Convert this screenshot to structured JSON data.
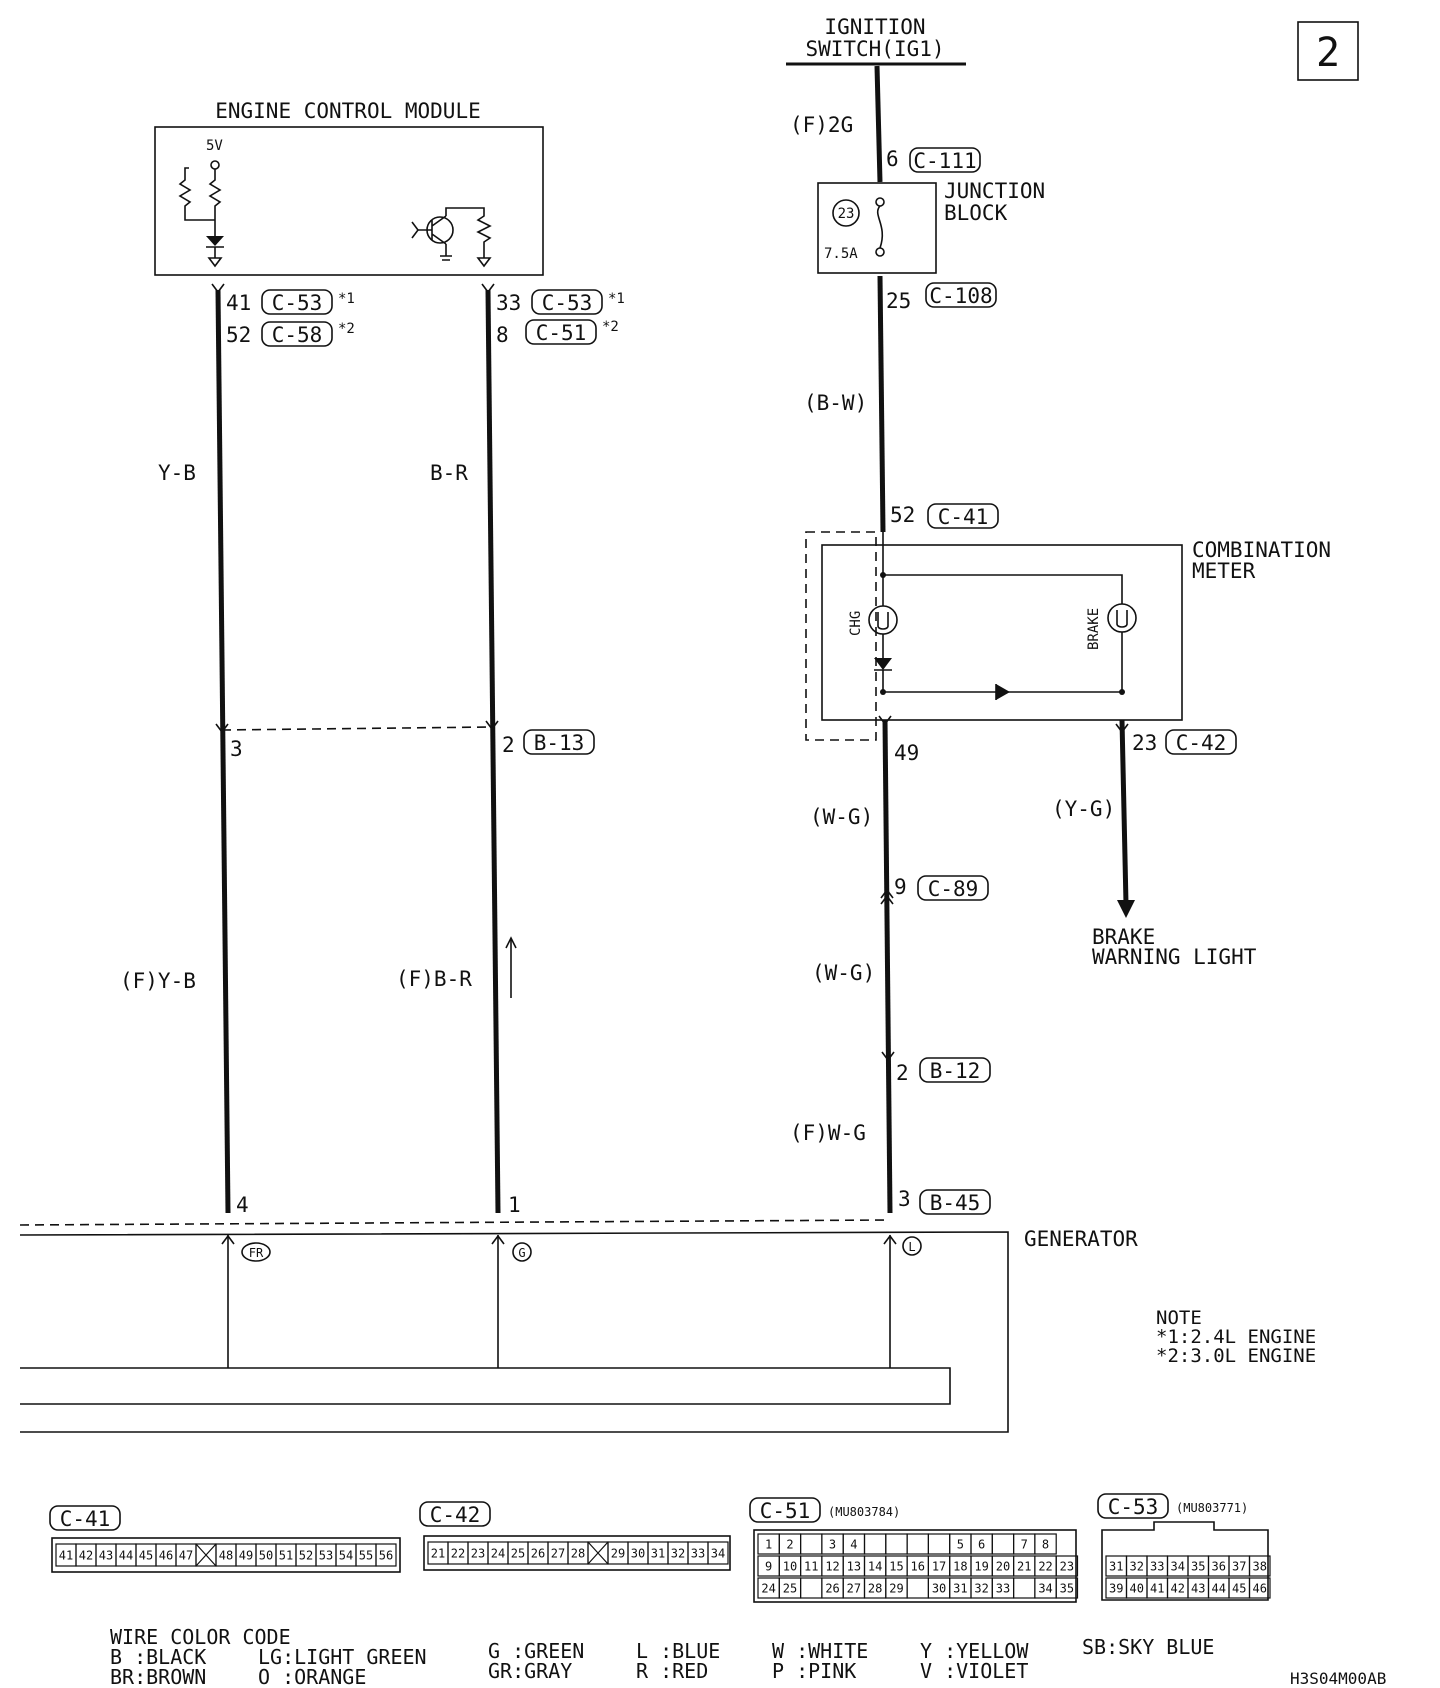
{
  "page_number": "2",
  "ecm": {
    "title": "ENGINE CONTROL MODULE",
    "supply": "5V"
  },
  "ignition": {
    "line1": "IGNITION",
    "line2": "SWITCH(IG1)",
    "wire": "(F)2G"
  },
  "junction_block": {
    "line1": "JUNCTION",
    "line2": "BLOCK",
    "fuse_no": "23",
    "fuse_rating": "7.5A"
  },
  "combination_meter": {
    "line1": "COMBINATION",
    "line2": "METER",
    "chg": "CHG",
    "brake": "BRAKE"
  },
  "brake_light": {
    "line1": "BRAKE",
    "line2": "WARNING LIGHT"
  },
  "generator": {
    "label": "GENERATOR",
    "fr": "FR",
    "g": "G",
    "l": "L"
  },
  "pins": {
    "p41": "41",
    "c53a": "C-53",
    "n1a": "*1",
    "p52": "52",
    "c58": "C-58",
    "n2a": "*2",
    "p33": "33",
    "c53b": "C-53",
    "n1b": "*1",
    "p8": "8",
    "c51": "C-51",
    "n2b": "*2",
    "p6": "6",
    "c111": "C-111",
    "p25": "25",
    "c108": "C-108",
    "p52b": "52",
    "c41": "C-41",
    "p49": "49",
    "p23": "23",
    "c42": "C-42",
    "p3": "3",
    "p2": "2",
    "b13": "B-13",
    "p9": "9",
    "c89": "C-89",
    "p2b": "2",
    "b12": "B-12",
    "p3b": "3",
    "b45": "B-45",
    "p4": "4",
    "p1": "1"
  },
  "wires": {
    "yb": "Y-B",
    "br": "B-R",
    "bw": "(B-W)",
    "wg1": "(W-G)",
    "yg": "(Y-G)",
    "wg2": "(W-G)",
    "fyb": "(F)Y-B",
    "fbr": "(F)B-R",
    "fwg": "(F)W-G"
  },
  "note": {
    "title": "NOTE",
    "n1": "*1:2.4L ENGINE",
    "n2": "*2:3.0L ENGINE"
  },
  "connectors": {
    "c41": {
      "name": "C-41",
      "pins": [
        "41",
        "42",
        "43",
        "44",
        "45",
        "46",
        "47",
        "X",
        "48",
        "49",
        "50",
        "51",
        "52",
        "53",
        "54",
        "55",
        "56"
      ]
    },
    "c42": {
      "name": "C-42",
      "pins": [
        "21",
        "22",
        "23",
        "24",
        "25",
        "26",
        "27",
        "28",
        "X",
        "29",
        "30",
        "31",
        "32",
        "33",
        "34"
      ]
    },
    "c51": {
      "name": "C-51",
      "part": "(MU803784)",
      "row1": [
        "1",
        "2",
        "",
        "3",
        "4",
        "",
        "",
        "",
        "",
        "5",
        "6",
        "",
        "7",
        "8"
      ],
      "row2": [
        "9",
        "10",
        "11",
        "12",
        "13",
        "14",
        "15",
        "16",
        "17",
        "18",
        "19",
        "20",
        "21",
        "22",
        "23"
      ],
      "row3": [
        "24",
        "25",
        "",
        "26",
        "27",
        "28",
        "29",
        "",
        "30",
        "31",
        "32",
        "33",
        "",
        "34",
        "35"
      ]
    },
    "c53": {
      "name": "C-53",
      "part": "(MU803771)",
      "row1": [
        "31",
        "32",
        "33",
        "34",
        "35",
        "36",
        "37",
        "38"
      ],
      "row2": [
        "39",
        "40",
        "41",
        "42",
        "43",
        "44",
        "45",
        "46"
      ]
    }
  },
  "legend": {
    "title": "WIRE COLOR CODE",
    "b": "B :BLACK",
    "br": "BR:BROWN",
    "lg": "LG:LIGHT GREEN",
    "o": "O :ORANGE",
    "g": "G :GREEN",
    "gr": "GR:GRAY",
    "l": "L :BLUE",
    "r": "R :RED",
    "w": "W :WHITE",
    "p": "P :PINK",
    "y": "Y :YELLOW",
    "v": "V :VIOLET",
    "sb": "SB:SKY BLUE"
  },
  "code": "H3S04M00AB"
}
